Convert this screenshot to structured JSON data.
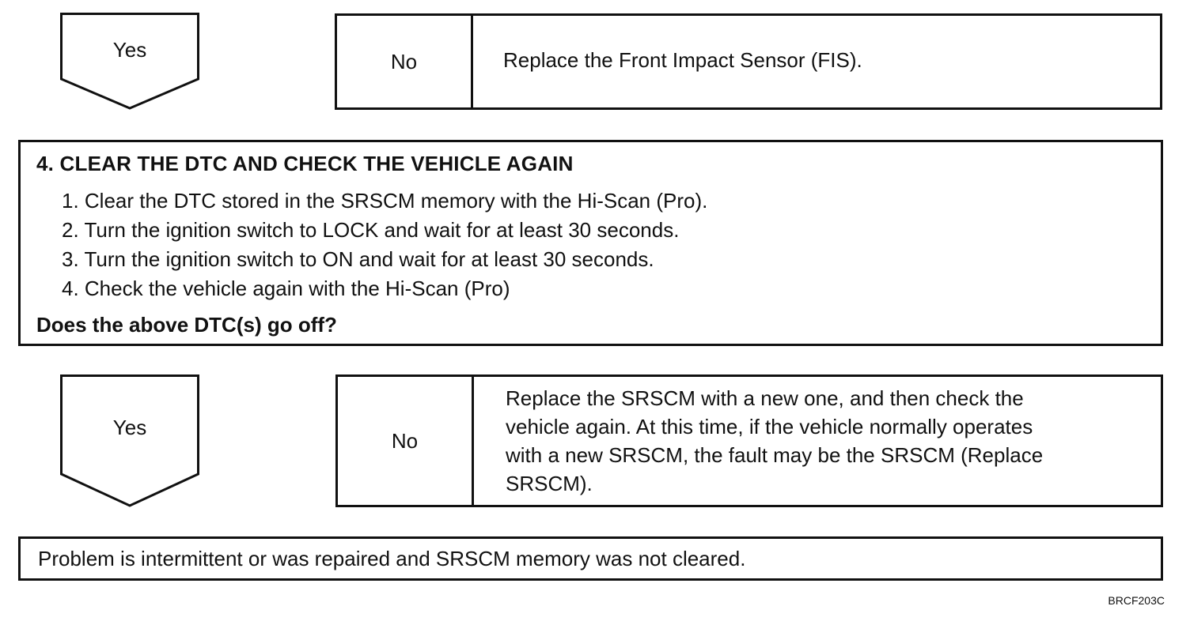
{
  "branch1": {
    "yes_label": "Yes",
    "no_label": "No",
    "action": "Replace the Front Impact Sensor (FIS)."
  },
  "step4": {
    "title": "4. CLEAR THE DTC AND CHECK THE VEHICLE AGAIN",
    "items": [
      "1. Clear the DTC stored in the SRSCM memory with the Hi-Scan (Pro).",
      "2. Turn the ignition switch to LOCK and wait for at least 30 seconds.",
      "3. Turn the ignition switch to ON and wait for at least 30 seconds.",
      "4. Check the vehicle again with the Hi-Scan (Pro)"
    ],
    "question": "Does the above DTC(s) go off?"
  },
  "branch2": {
    "yes_label": "Yes",
    "no_label": "No",
    "action_lines": [
      "Replace the SRSCM with a new one, and then check the",
      "vehicle again. At this time, if the vehicle normally operates",
      "with a new SRSCM, the fault may be the SRSCM (Replace",
      "SRSCM)."
    ]
  },
  "result": {
    "text": "Problem is intermittent or was repaired and SRSCM memory was not cleared."
  },
  "figure_code": "BRCF203C"
}
